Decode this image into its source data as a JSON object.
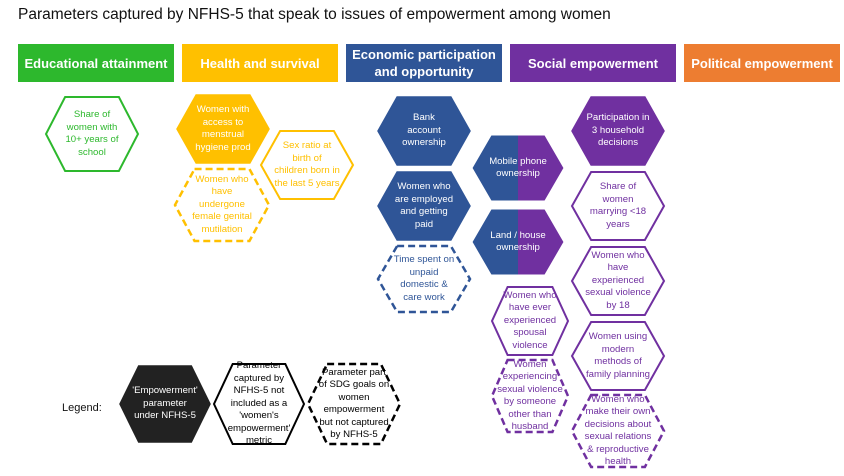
{
  "title": "Parameters captured by NFHS-5 that speak to issues of empowerment among women",
  "colors": {
    "green": "#2db82d",
    "yellow": "#ffc000",
    "blue": "#2f5597",
    "purple": "#7030a0",
    "orange": "#ed7d31",
    "black": "#000000"
  },
  "headers": [
    {
      "label": "Educational attainment",
      "color": "#2db82d"
    },
    {
      "label": "Health and survival",
      "color": "#ffc000"
    },
    {
      "label": "Economic participation\nand opportunity",
      "color": "#2f5597"
    },
    {
      "label": "Social empowerment",
      "color": "#7030a0"
    },
    {
      "label": "Political empowerment",
      "color": "#ed7d31"
    }
  ],
  "hexes": [
    {
      "text": "Share of\nwomen with\n10+ years of\nschool",
      "style": "outline",
      "color": "#2db82d"
    },
    {
      "text": "Women with\naccess to\nmenstrual\nhygiene prod",
      "style": "filled",
      "color": "#ffc000"
    },
    {
      "text": "Sex ratio at\nbirth of\nchildren born in\nthe last 5 years",
      "style": "outline",
      "color": "#ffc000"
    },
    {
      "text": "Women who\nhave\nundergone\nfemale genital\nmutilation",
      "style": "dashed",
      "color": "#ffc000"
    },
    {
      "text": "Bank\naccount\nownership",
      "style": "filled",
      "color": "#2f5597"
    },
    {
      "text": "Women who\nare employed\nand getting\npaid",
      "style": "filled",
      "color": "#2f5597"
    },
    {
      "text": "Time spent on\nunpaid\ndomestic &\ncare work",
      "style": "dashed",
      "color": "#2f5597"
    },
    {
      "text": "Mobile phone\nownership",
      "style": "split",
      "color": "#2f5597",
      "color2": "#7030a0"
    },
    {
      "text": "Land / house\nownership",
      "style": "split",
      "color": "#2f5597",
      "color2": "#7030a0"
    },
    {
      "text": "Women who\nhave ever\nexperienced\nspousal\nviolence",
      "style": "outline",
      "color": "#7030a0"
    },
    {
      "text": "Women\nexperiencing\nsexual violence\nby someone\nother than\nhusband",
      "style": "dashed",
      "color": "#7030a0"
    },
    {
      "text": "Participation in\n3 household\ndecisions",
      "style": "filled",
      "color": "#7030a0"
    },
    {
      "text": "Share of\nwomen\nmarrying <18\nyears",
      "style": "outline",
      "color": "#7030a0"
    },
    {
      "text": "Women who\nhave\nexperienced\nsexual violence\nby 18",
      "style": "outline",
      "color": "#7030a0"
    },
    {
      "text": "Women using\nmodern\nmethods of\nfamily planning",
      "style": "outline",
      "color": "#7030a0"
    },
    {
      "text": "Women who\nmake their own\ndecisions about\nsexual relations\n& reproductive\nhealth",
      "style": "dashed",
      "color": "#7030a0"
    }
  ],
  "legend": {
    "label": "Legend:",
    "items": [
      {
        "text": "'Empowerment'\nparameter\nunder NFHS-5",
        "style": "filled",
        "color": "#222222"
      },
      {
        "text": "Parameter\ncaptured by\nNFHS-5 not\nincluded as a\n'women's\nempowerment'\nmetric",
        "style": "outline",
        "color": "#000000"
      },
      {
        "text": "Parameter part\nof SDG goals on\nwomen\nempowerment\nbut not captured\nby NFHS-5",
        "style": "dashed",
        "color": "#000000"
      }
    ]
  }
}
